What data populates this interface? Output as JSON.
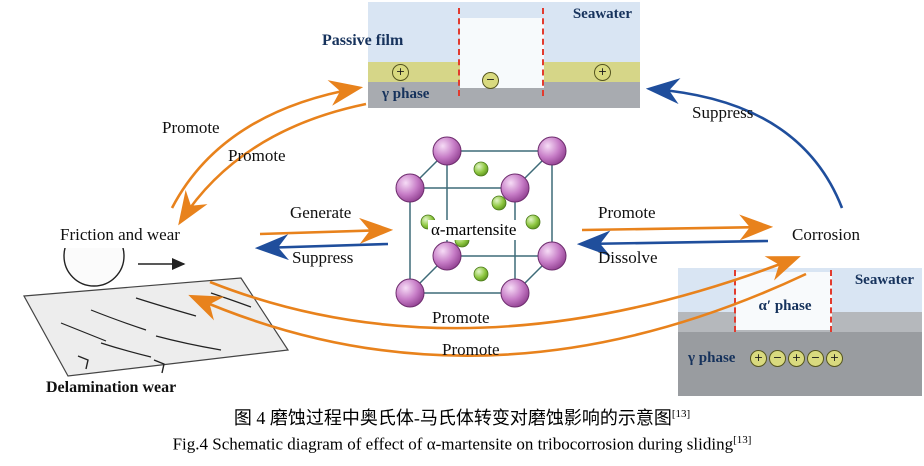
{
  "figure": {
    "caption_zh": "图 4  磨蚀过程中奥氏体-马氏体转变对磨蚀影响的示意图",
    "caption_zh_ref": "[13]",
    "caption_en": "Fig.4 Schematic diagram of effect of α-martensite on tribocorrosion during sliding",
    "caption_en_ref": "[13]"
  },
  "nodes": {
    "friction_label": "Friction and wear",
    "martensite_label": "α-martensite",
    "corrosion_label": "Corrosion"
  },
  "arrow_labels": {
    "promote_upper_a": "Promote",
    "promote_upper_b": "Promote",
    "suppress_top": "Suppress",
    "generate": "Generate",
    "suppress_mid": "Suppress",
    "promote_mid": "Promote",
    "dissolve": "Dissolve",
    "promote_cube": "Promote",
    "promote_bottom": "Promote"
  },
  "top_inset": {
    "passive_film": "Passive film",
    "seawater": "Seawater",
    "gamma_phase": "γ phase",
    "charges": [
      "+",
      "−",
      "+"
    ]
  },
  "left_inset": {
    "caption": "Delamination wear"
  },
  "right_inset": {
    "seawater": "Seawater",
    "alpha_prime_phase": "α′ phase",
    "gamma_phase": "γ phase",
    "charges": [
      "+",
      "−",
      "+",
      "−",
      "+"
    ]
  },
  "colors": {
    "promote_arrow": "#E8821C",
    "suppress_arrow": "#1F4E9C",
    "inset_label_text": "#16325C",
    "seawater_fill": "#D9E5F3",
    "metal_gray": "#A8ABB0",
    "passive_film_yellow": "#D6D688",
    "dashed_line_red": "#E23B2E",
    "martensite_sphere": "#B05CB0",
    "interstitial_sphere": "#8DC63F"
  }
}
